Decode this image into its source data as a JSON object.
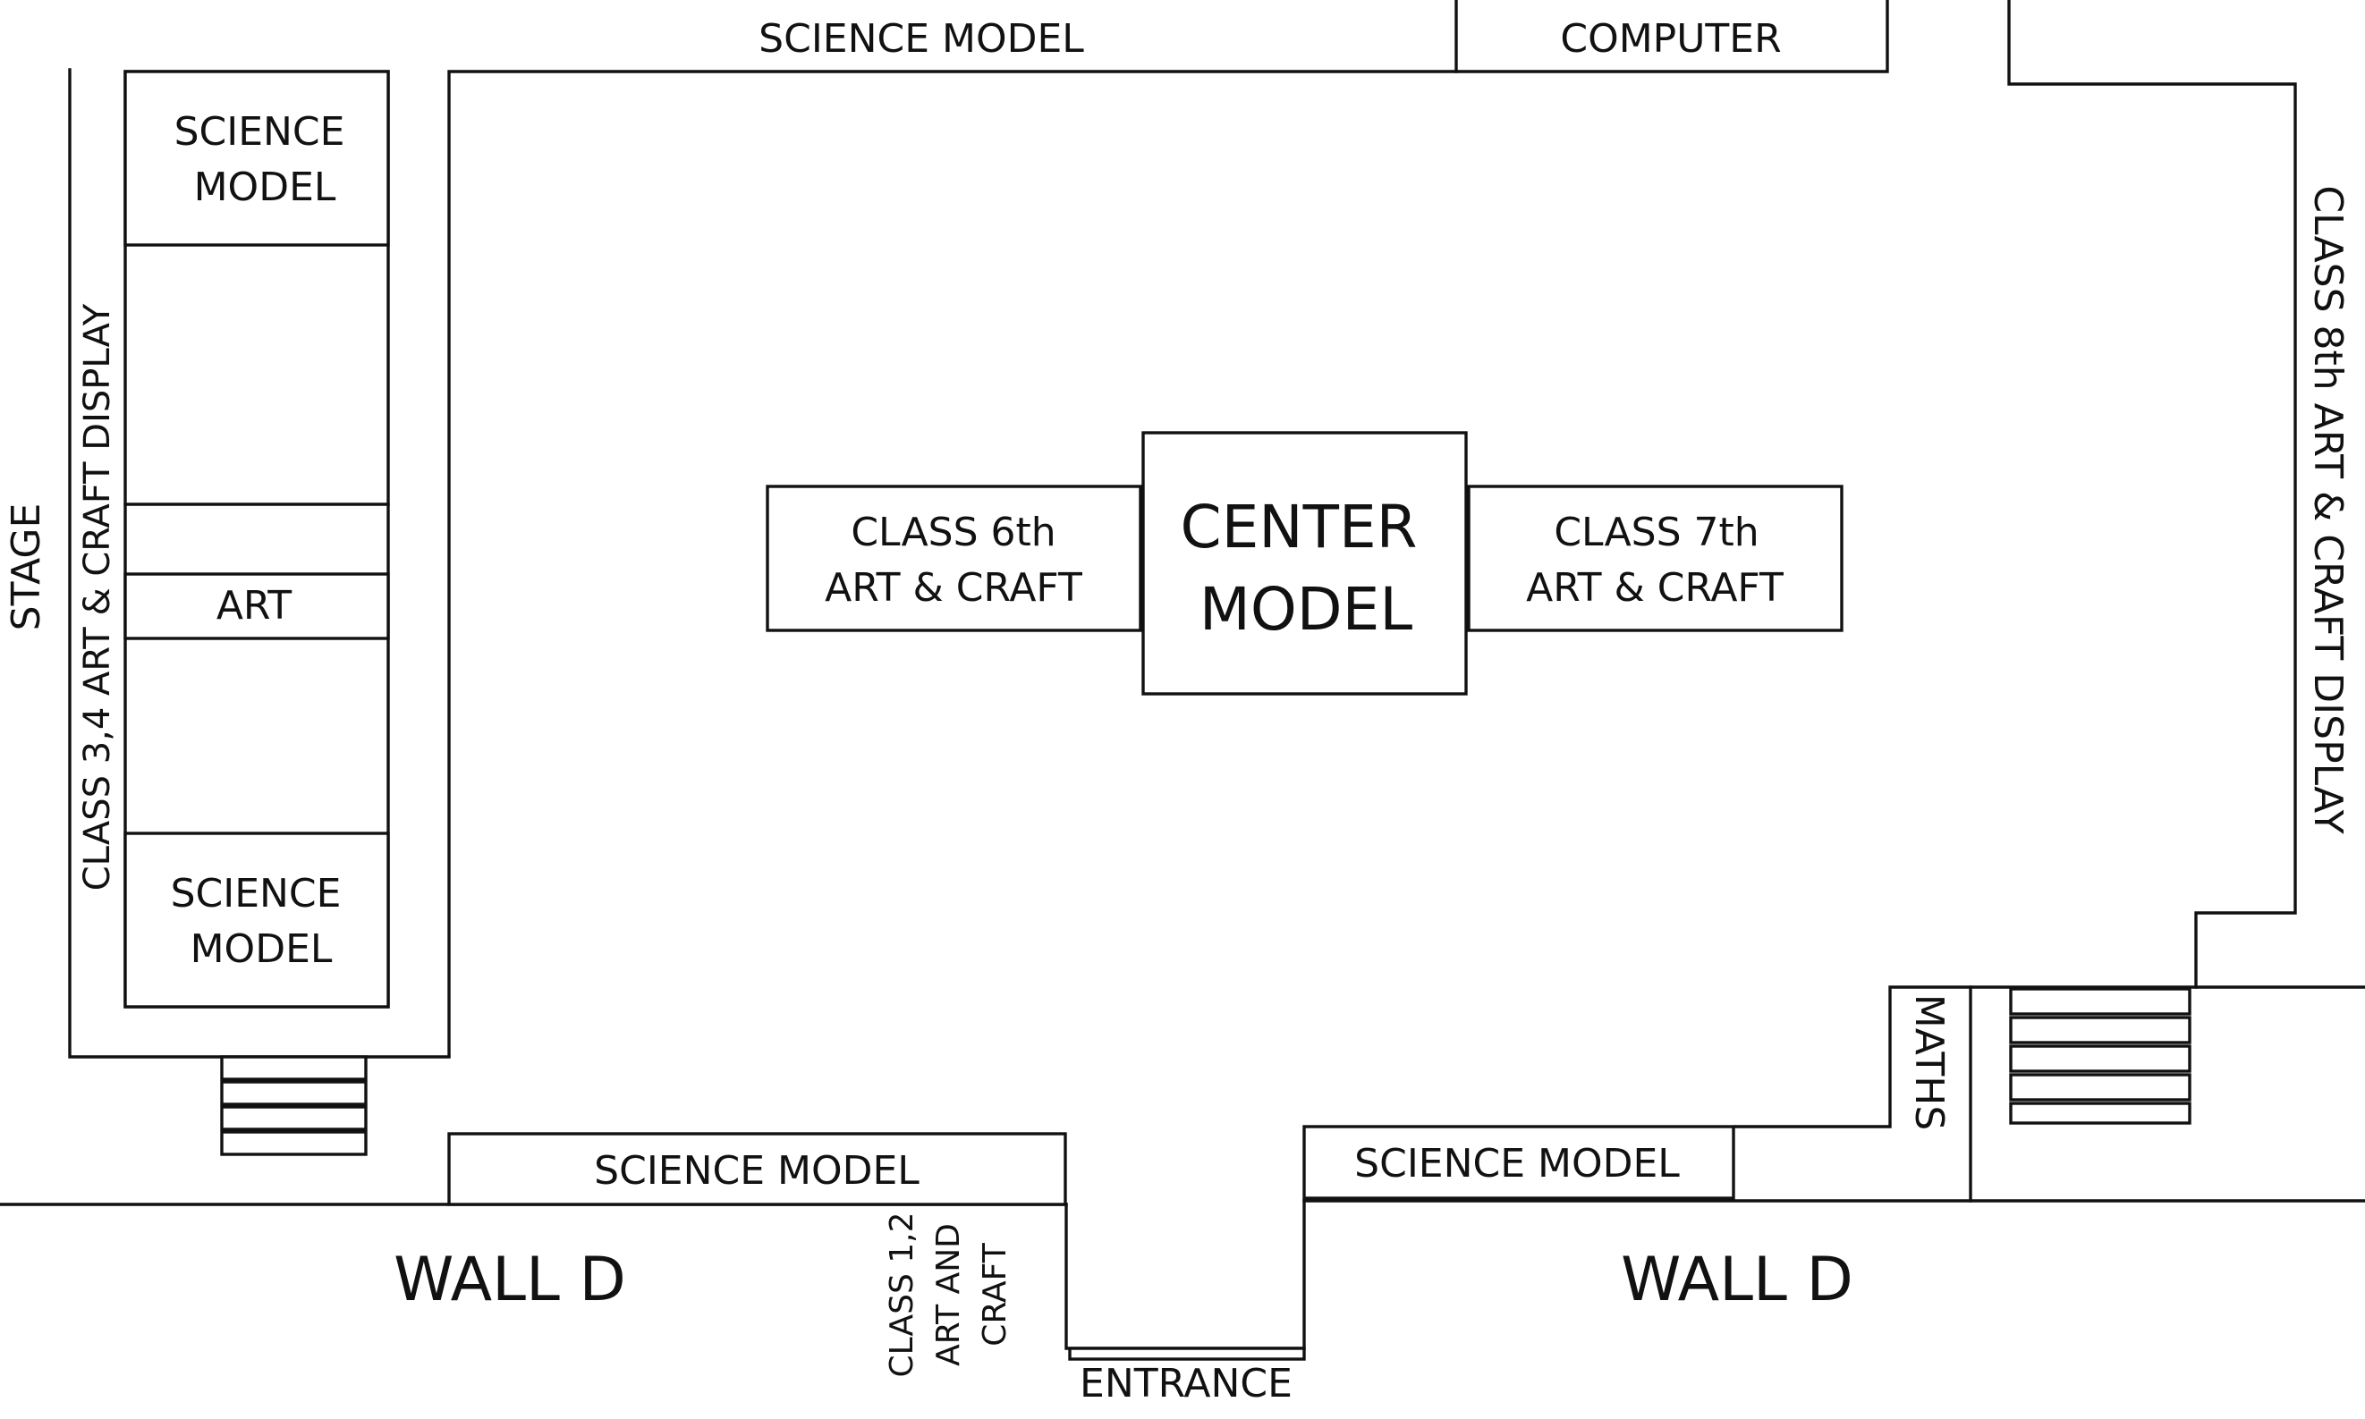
{
  "labels": {
    "top_science_model": "SCIENCE MODEL",
    "top_computer": "COMPUTER",
    "left_science_model_top": [
      "SCIENCE",
      "MODEL"
    ],
    "left_art": "ART",
    "left_science_model_bottom": [
      "SCIENCE",
      "MODEL"
    ],
    "left_display": "CLASS 3,4 ART & CRAFT DISPLAY",
    "stage": "STAGE",
    "class6": [
      "CLASS 6th",
      "ART & CRAFT"
    ],
    "center_model": [
      "CENTER",
      "MODEL"
    ],
    "class7": [
      "CLASS 7th",
      "ART & CRAFT"
    ],
    "right_display": "CLASS 8th ART & CRAFT DISPLAY",
    "maths": "MATHS",
    "bottom_left_science_model": "SCIENCE MODEL",
    "bottom_right_science_model": "SCIENCE MODEL",
    "wall_left": "WALL D",
    "wall_right": "WALL D",
    "class12": [
      "CLASS 1,2",
      "ART AND",
      "CRAFT"
    ],
    "entrance": "ENTRANCE"
  },
  "colors": {
    "line": "#111111",
    "background": "#ffffff"
  }
}
